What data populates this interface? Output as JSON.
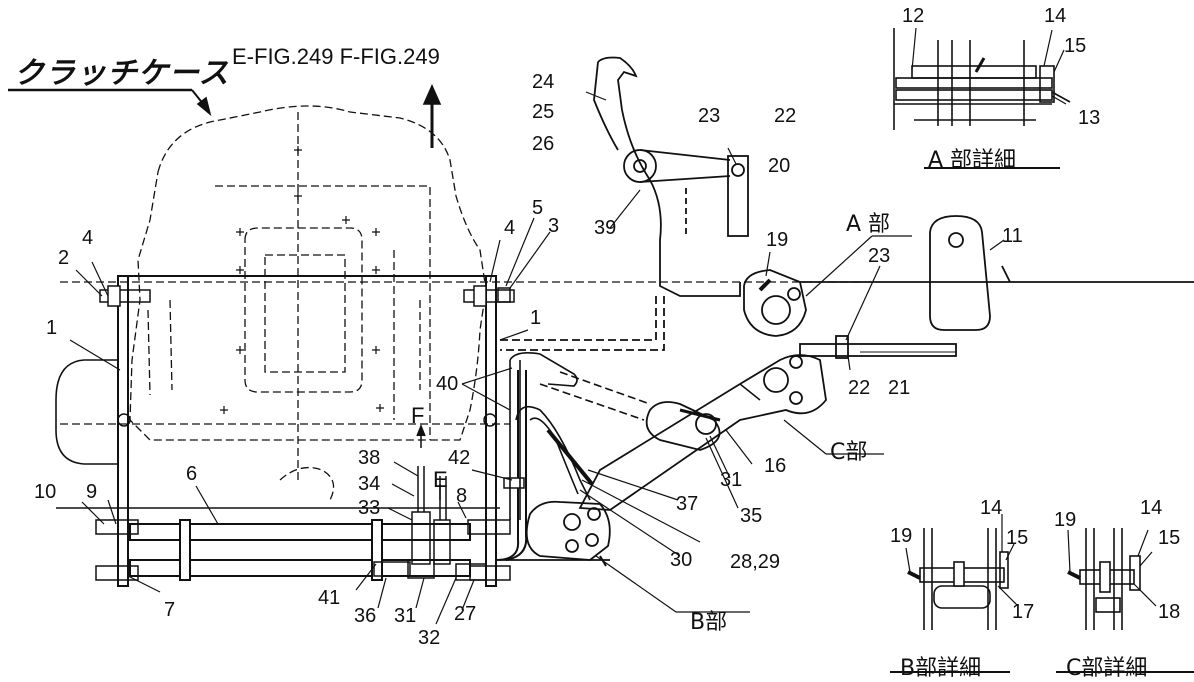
{
  "title": "クラッチケース",
  "fig_refs": "E-FIG.249 F-FIG.249",
  "flow_labels": {
    "F": "F",
    "E": "E"
  },
  "section_labels": {
    "a": "A 部",
    "b": "B部",
    "c": "C部"
  },
  "detail_titles": {
    "a": "A 部詳細",
    "b": "B部詳細",
    "c": "C部詳細"
  },
  "part_labels": {
    "p1_left": "1",
    "p1_right": "1",
    "p2": "2",
    "p3": "3",
    "p4_left": "4",
    "p4_right": "4",
    "p5": "5",
    "p6": "6",
    "p7": "7",
    "p8": "8",
    "p9": "9",
    "p10": "10",
    "p11": "11",
    "p12": "12",
    "p13": "13",
    "p14_a": "14",
    "p15_a": "15",
    "p14_b": "14",
    "p15_b": "15",
    "p14_c": "14",
    "p15_c": "15",
    "p16": "16",
    "p17": "17",
    "p18": "18",
    "p19_main": "19",
    "p19_b": "19",
    "p19_c": "19",
    "p20": "20",
    "p21": "21",
    "p22_top": "22",
    "p22_bottom": "22",
    "p23_top": "23",
    "p23_right": "23",
    "p24": "24",
    "p25": "25",
    "p26": "26",
    "p27": "27",
    "p28_29": "28,29",
    "p30": "30",
    "p31_right": "31",
    "p31_bottom": "31",
    "p32": "32",
    "p33": "33",
    "p34": "34",
    "p35": "35",
    "p36": "36",
    "p37": "37",
    "p38": "38",
    "p39": "39",
    "p40": "40",
    "p41": "41",
    "p42": "42"
  }
}
